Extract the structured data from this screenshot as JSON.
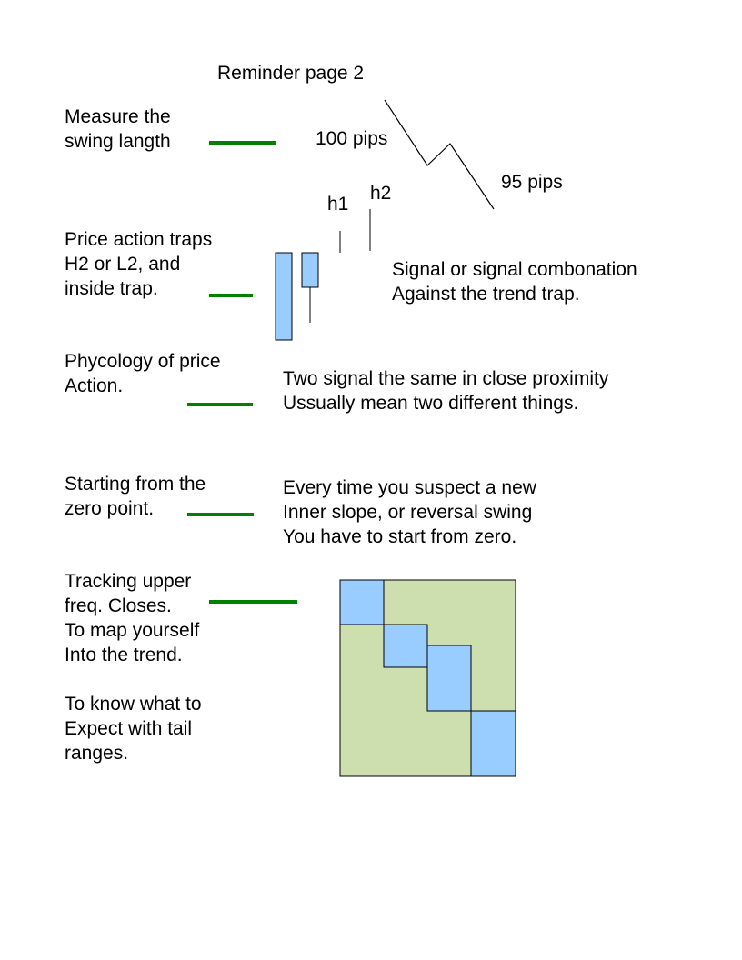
{
  "title": "Reminder page 2",
  "sections": {
    "swing": {
      "label_lines": [
        "Measure the",
        "swing langth"
      ],
      "leg1_label": "100 pips",
      "leg2_label": "95 pips"
    },
    "traps": {
      "label_lines": [
        "Price action traps",
        "H2 or L2, and",
        "inside trap."
      ],
      "h1_label": "h1",
      "h2_label": "h2",
      "note_lines": [
        "Signal or signal combonation",
        "Against the trend trap."
      ]
    },
    "psychology": {
      "label_lines": [
        "Phycology of price",
        "Action."
      ],
      "note_lines": [
        "Two signal the same in close proximity",
        "Ussually mean two different things."
      ]
    },
    "zero_point": {
      "label_lines": [
        "Starting from the",
        "zero point."
      ],
      "note_lines": [
        "Every time you suspect a new",
        "Inner slope, or reversal swing",
        "You have to start from zero."
      ]
    },
    "upper_freq": {
      "label_lines": [
        "Tracking upper",
        "freq. Closes.",
        "To map yourself",
        "Into the trend.",
        "",
        "To know what to",
        "Expect with tail",
        "ranges."
      ]
    }
  },
  "colors": {
    "accent_line": "#008000",
    "candle_fill": "#99ccff",
    "grid_fill": "#cddeaf",
    "stroke": "#000000"
  }
}
